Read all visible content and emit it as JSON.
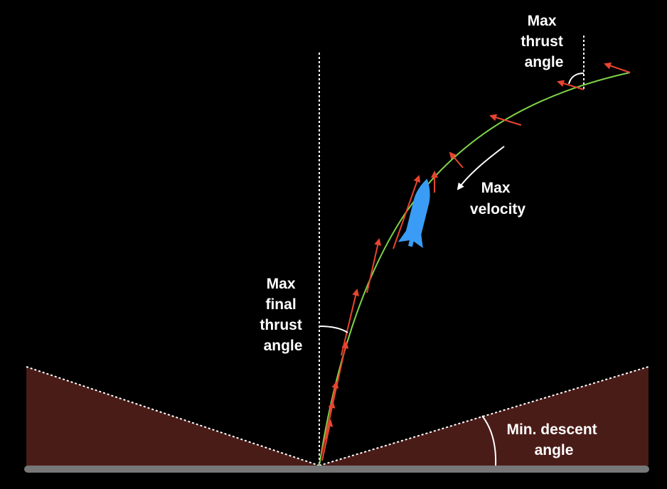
{
  "colors": {
    "background": "#000000",
    "ground_fill": "#4a1c18",
    "ground_bar": "#777777",
    "trajectory": "#7ed348",
    "thrust_vector": "#e8442f",
    "rocket": "#3a9cf5",
    "guide_lines": "#ffffff"
  },
  "labels": {
    "max_thrust_angle": [
      "Max",
      "thrust",
      "angle"
    ],
    "max_velocity": [
      "Max",
      "velocity"
    ],
    "max_final_thrust_angle": [
      "Max",
      "final",
      "thrust",
      "angle"
    ],
    "min_descent_angle": [
      "Min. descent",
      "angle"
    ]
  },
  "icons": {
    "rocket": "rocket-icon"
  }
}
